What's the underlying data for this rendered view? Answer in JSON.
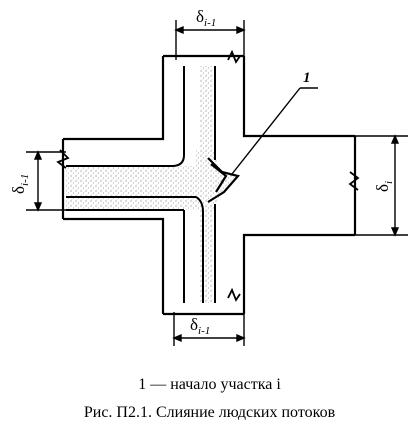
{
  "diagram": {
    "delta_top": {
      "base": "δ",
      "sub": "i-1"
    },
    "delta_bottom": {
      "base": "δ",
      "sub": "i-1"
    },
    "delta_left": {
      "base": "δ",
      "sub": "i-1"
    },
    "delta_right": {
      "base": "δ",
      "sub": "i"
    },
    "marker_label": "1"
  },
  "caption": {
    "legend": "1 — начало участка i",
    "title": "Рис. П2.1. Слияние людских потоков"
  }
}
